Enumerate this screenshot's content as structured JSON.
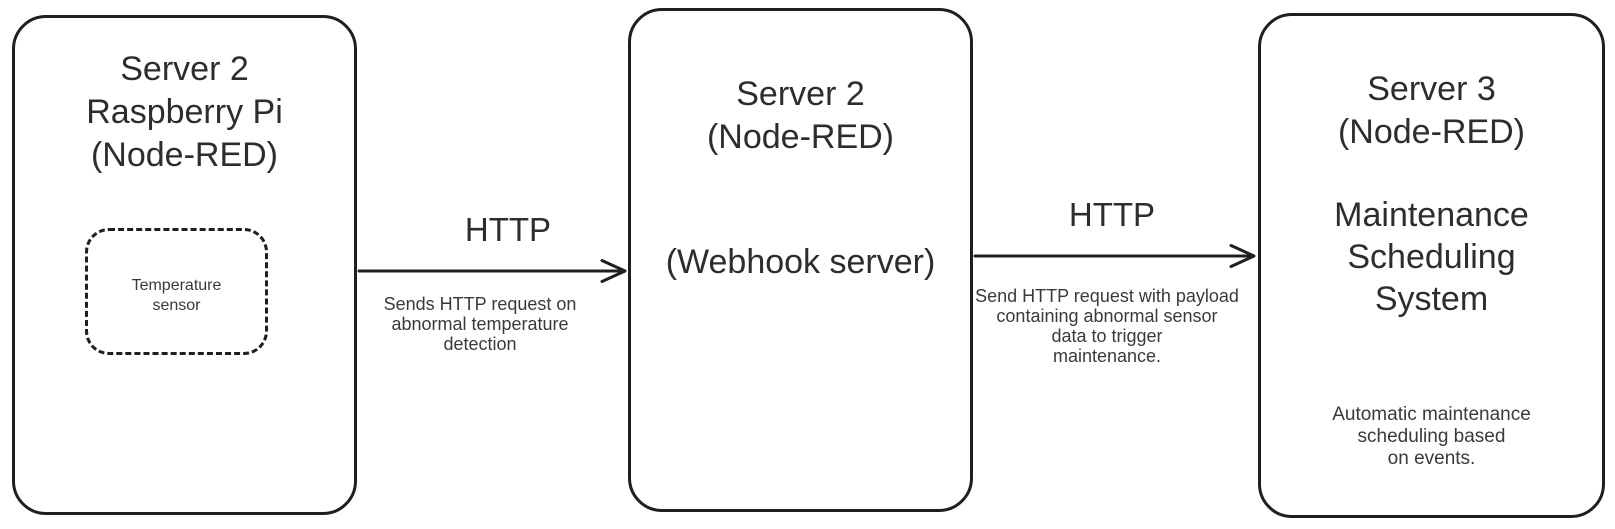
{
  "diagram": {
    "colors": {
      "stroke": "#1f1f1f",
      "text": "#2d2d2d",
      "caption": "#3a3a3a",
      "background": "#ffffff"
    },
    "nodes": [
      {
        "id": "server2-raspberry-pi",
        "title_lines": [
          "Server 2",
          "Raspberry Pi",
          "(Node-RED)"
        ],
        "sensor": {
          "lines": [
            "Temperature",
            "sensor"
          ]
        }
      },
      {
        "id": "server2-webhook",
        "title_lines": [
          "Server 2",
          "(Node-RED)"
        ],
        "subtitle": "(Webhook server)"
      },
      {
        "id": "server3-maintenance",
        "title_lines": [
          "Server 3",
          "(Node-RED)"
        ],
        "system_lines": [
          "Maintenance",
          "Scheduling",
          "System"
        ],
        "note_lines": [
          "Automatic maintenance",
          "scheduling based",
          "on events."
        ]
      }
    ],
    "edges": [
      {
        "id": "edge-pi-to-webhook",
        "label": "HTTP",
        "caption_lines": [
          "Sends HTTP request on",
          "abnormal temperature",
          "detection"
        ]
      },
      {
        "id": "edge-webhook-to-maintenance",
        "label": "HTTP",
        "caption_lines": [
          "Send HTTP request with payload",
          "containing abnormal sensor",
          "data to trigger",
          "maintenance."
        ]
      }
    ]
  }
}
